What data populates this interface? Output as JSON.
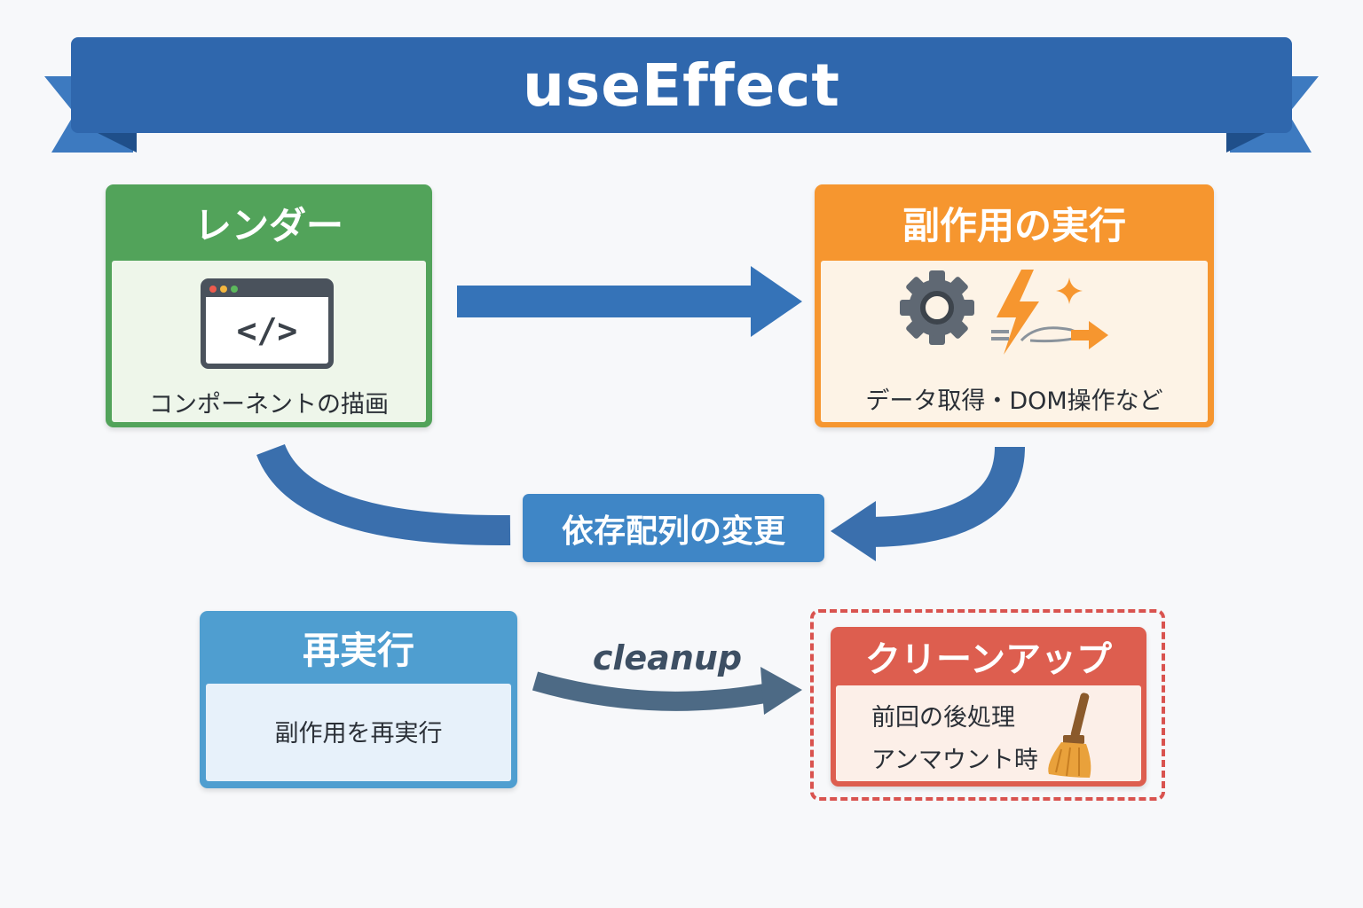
{
  "title": "useEffect",
  "colors": {
    "banner": "#2f67ad",
    "render": "#52a35a",
    "effect": "#f6962f",
    "deps": "#3f86c6",
    "rerun": "#4f9ed0",
    "cleanup": "#dd5e4f",
    "arrow": "#3573b8",
    "cleanup_arrow": "#4d6a85"
  },
  "render": {
    "title": "レンダー",
    "caption": "コンポーネントの描画",
    "icon": "code-window-icon"
  },
  "effect": {
    "title": "副作用の実行",
    "caption": "データ取得・DOM操作など",
    "icons": [
      "gear-icon",
      "lightning-icon",
      "sparkle-icon",
      "motion-arrow-icon"
    ]
  },
  "deps_change": {
    "label": "依存配列の変更"
  },
  "rerun": {
    "title": "再実行",
    "caption": "副作用を再実行"
  },
  "cleanup_arrow_label": "cleanup",
  "cleanup": {
    "title": "クリーンアップ",
    "lines": [
      "前回の後処理",
      "アンマウント時"
    ],
    "icon": "broom-icon"
  }
}
